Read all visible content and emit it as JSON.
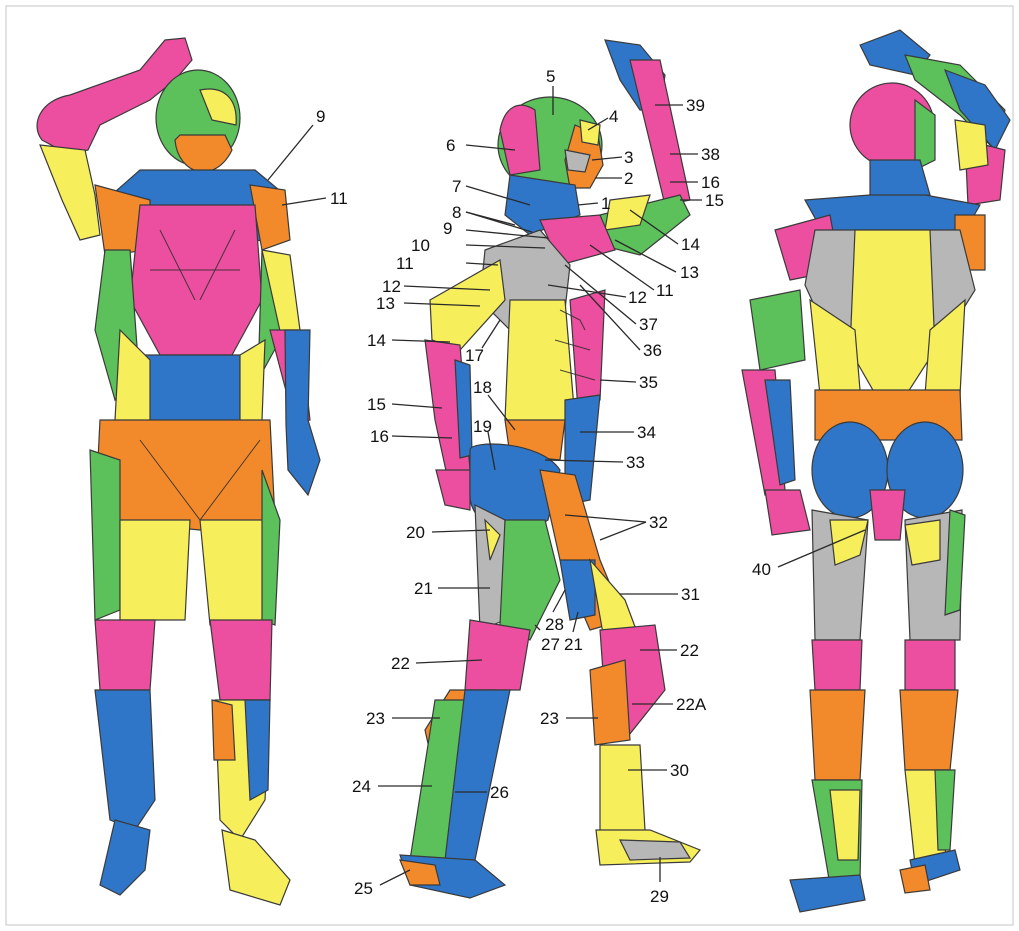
{
  "palette": {
    "pink": "#ec4fa0",
    "yellow": "#f6ee5a",
    "blue": "#2f76c8",
    "orange": "#f28a2c",
    "green": "#5cc05b",
    "gray": "#b7b7b7",
    "outline": "#333333",
    "frame": "#cfcfcf"
  },
  "figures": {
    "front": {
      "label": "front-view"
    },
    "side": {
      "label": "side-view"
    },
    "back": {
      "label": "back-view"
    }
  },
  "labels": {
    "front": [
      "9",
      "11"
    ],
    "side_left": [
      "5",
      "6",
      "7",
      "8",
      "9",
      "10",
      "11",
      "12",
      "13",
      "14",
      "15",
      "16",
      "17",
      "18",
      "19",
      "20",
      "21",
      "22",
      "23",
      "24",
      "25"
    ],
    "side_right": [
      "4",
      "3",
      "2",
      "1",
      "39",
      "38",
      "16",
      "15",
      "14",
      "13",
      "11",
      "12",
      "37",
      "36",
      "35",
      "34",
      "33",
      "32",
      "31",
      "28",
      "27",
      "21",
      "22",
      "22A",
      "23",
      "30",
      "26",
      "29"
    ],
    "back": [
      "40"
    ]
  }
}
